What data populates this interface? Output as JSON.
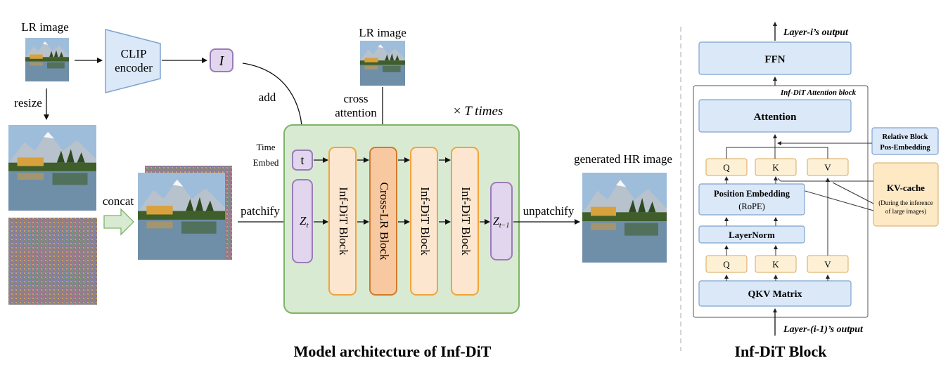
{
  "left": {
    "lr_image_label": "LR image",
    "clip_encoder_line1": "CLIP",
    "clip_encoder_line2": "encoder",
    "image_token": "I",
    "resize_label": "resize",
    "concat_label": "concat",
    "add_label": "add",
    "lr_image_label_top": "LR image",
    "cross_attention_line1": "cross",
    "cross_attention_line2": "attention",
    "repeat_label_prefix": "×",
    "repeat_label_suffix": "T times",
    "time_embed_line1": "Time",
    "time_embed_line2": "Embed",
    "time_token": "t",
    "patchify_label": "patchify",
    "unpatchify_label": "unpatchify",
    "z_t_main": "Z",
    "z_t_sub": "t",
    "z_t1_main": "Z",
    "z_t1_sub": "t−1",
    "blocks": [
      "Inf-DiT Block",
      "Cross-LR Block",
      "Inf-DiT Block",
      "Inf-DiT Block"
    ],
    "generated_label": "generated HR image",
    "caption": "Model architecture of Inf-DiT"
  },
  "right": {
    "layer_output": "Layer-i’s output",
    "ffn": "FFN",
    "attention_block_title": "Inf-DiT Attention block",
    "attention": "Attention",
    "q": "Q",
    "k": "K",
    "v": "V",
    "relative_block_line1": "Relative Block",
    "relative_block_line2": "Pos-Embedding",
    "kv_cache": "KV-cache",
    "kv_cache_note_line1": "(During the inference",
    "kv_cache_note_line2": "of large images)",
    "position_embedding_line1": "Position Embedding",
    "position_embedding_line2": "(RoPE)",
    "layernorm": "LayerNorm",
    "qkv_matrix": "QKV Matrix",
    "layer_input": "Layer-(i-1)’s output",
    "caption": "Inf-DiT Block"
  },
  "colors": {
    "blue_fill": "#dbe8f8",
    "blue_stroke": "#7ea3cf",
    "purple_fill": "#e2d6ee",
    "purple_stroke": "#9b7bb8",
    "green_fill": "#d9ead3",
    "green_stroke": "#7fb36a",
    "block_fill": "#fde6cf",
    "block_stroke": "#f0a53a",
    "cross_fill": "#f8c9a0",
    "cross_stroke": "#d27a2a",
    "qkv_fill": "#fdf0d5",
    "qkv_stroke": "#d9a95a",
    "kv_fill": "#fde9c4"
  }
}
